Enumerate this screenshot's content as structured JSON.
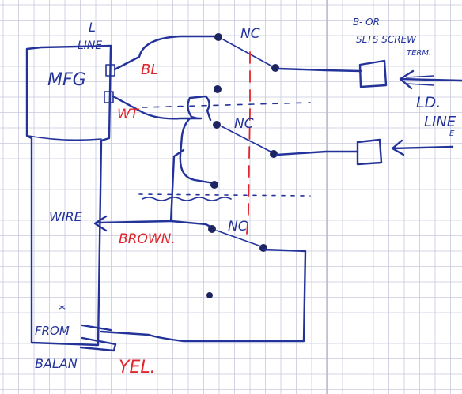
{
  "colors": {
    "paper": "#ffffff",
    "grid": "#c8c8dc",
    "margin_line": "#b9b9cc",
    "ink": "#23339a",
    "red_ink": "#e0262c"
  },
  "labels": {
    "l_line_top": "L",
    "l_line_bottom": "LINE",
    "mfg": "MFG",
    "bl": "BL",
    "wt": "WT",
    "nc_1": "NC",
    "nc_2": "NC",
    "nc_3": "NC",
    "terminal_note_top": "B- OR",
    "terminal_note_mid": "SLTS SCREW",
    "terminal_note_bottom": "TERM.",
    "ld": "LD.",
    "line_right_top": "LINE",
    "line_right_bottom": "E",
    "wire": "WIRE",
    "brown": "BROWN.",
    "star": "*",
    "from": "FROM",
    "ballast": "BALAN",
    "yel": "YEL."
  }
}
